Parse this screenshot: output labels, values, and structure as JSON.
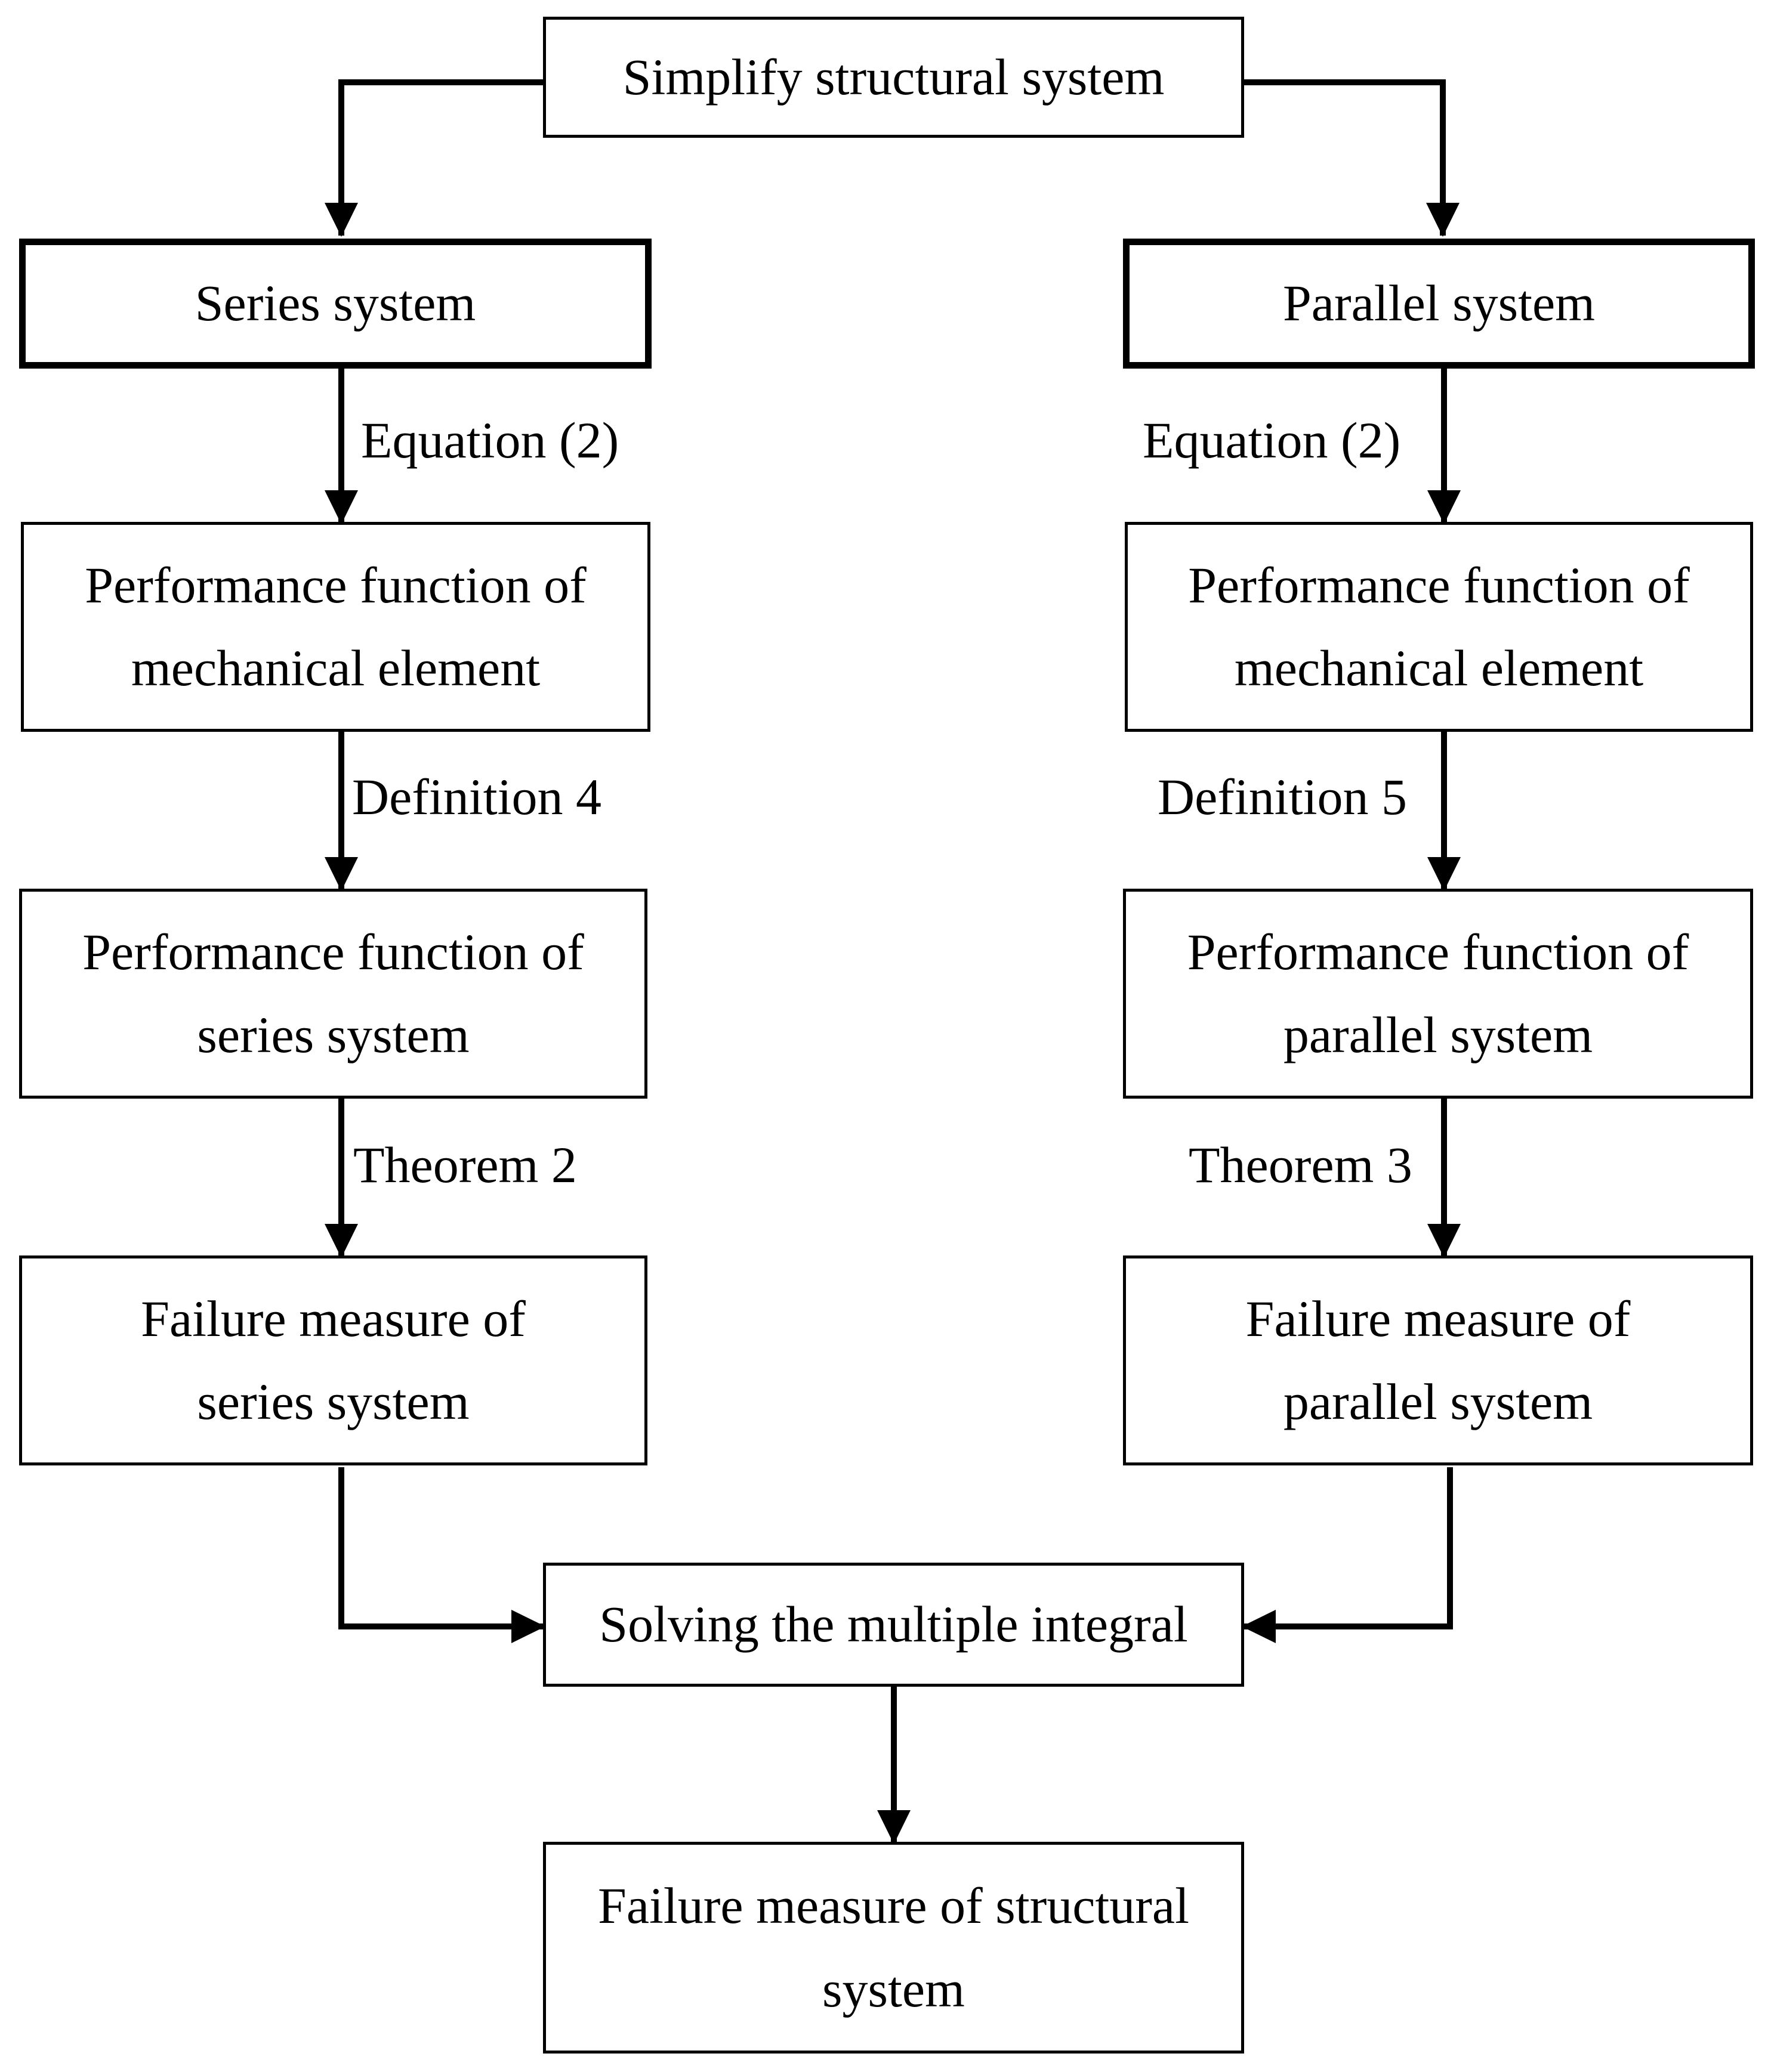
{
  "nodes": {
    "simplify": "Simplify structural system",
    "series_system": "Series system",
    "parallel_system": "Parallel system",
    "left_perf_element": [
      "Performance function of",
      "mechanical element"
    ],
    "right_perf_element": [
      "Performance function of",
      "mechanical element"
    ],
    "left_perf_system": [
      "Performance function of",
      "series system"
    ],
    "right_perf_system": [
      "Performance function of",
      "parallel system"
    ],
    "left_failure": [
      "Failure measure of",
      "series system"
    ],
    "right_failure": [
      "Failure measure of",
      "parallel system"
    ],
    "solving": "Solving the multiple integral",
    "final": [
      "Failure measure of structural",
      "system"
    ]
  },
  "edge_labels": {
    "left_equation": "Equation (2)",
    "right_equation": "Equation (2)",
    "left_definition": "Definition 4",
    "right_definition": "Definition 5",
    "left_theorem": "Theorem 2",
    "right_theorem": "Theorem 3"
  },
  "colors": {
    "line": "#000000",
    "box_fill": "#ffffff",
    "text": "#000000"
  }
}
